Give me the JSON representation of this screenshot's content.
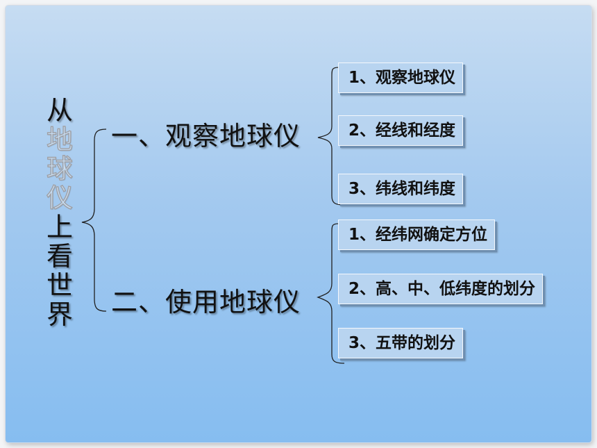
{
  "title_chars": [
    "从",
    "地",
    "球",
    "仪",
    "上",
    "看",
    "世",
    "界"
  ],
  "sections": [
    {
      "label": "一、观察地球仪",
      "items": [
        "1、观察地球仪",
        "2、经线和经度",
        "3、纬线和纬度"
      ]
    },
    {
      "label": "二、使用地球仪",
      "items": [
        "1、经纬网确定方位",
        "2、高、中、低纬度的划分",
        "3、五带的划分"
      ]
    }
  ]
}
